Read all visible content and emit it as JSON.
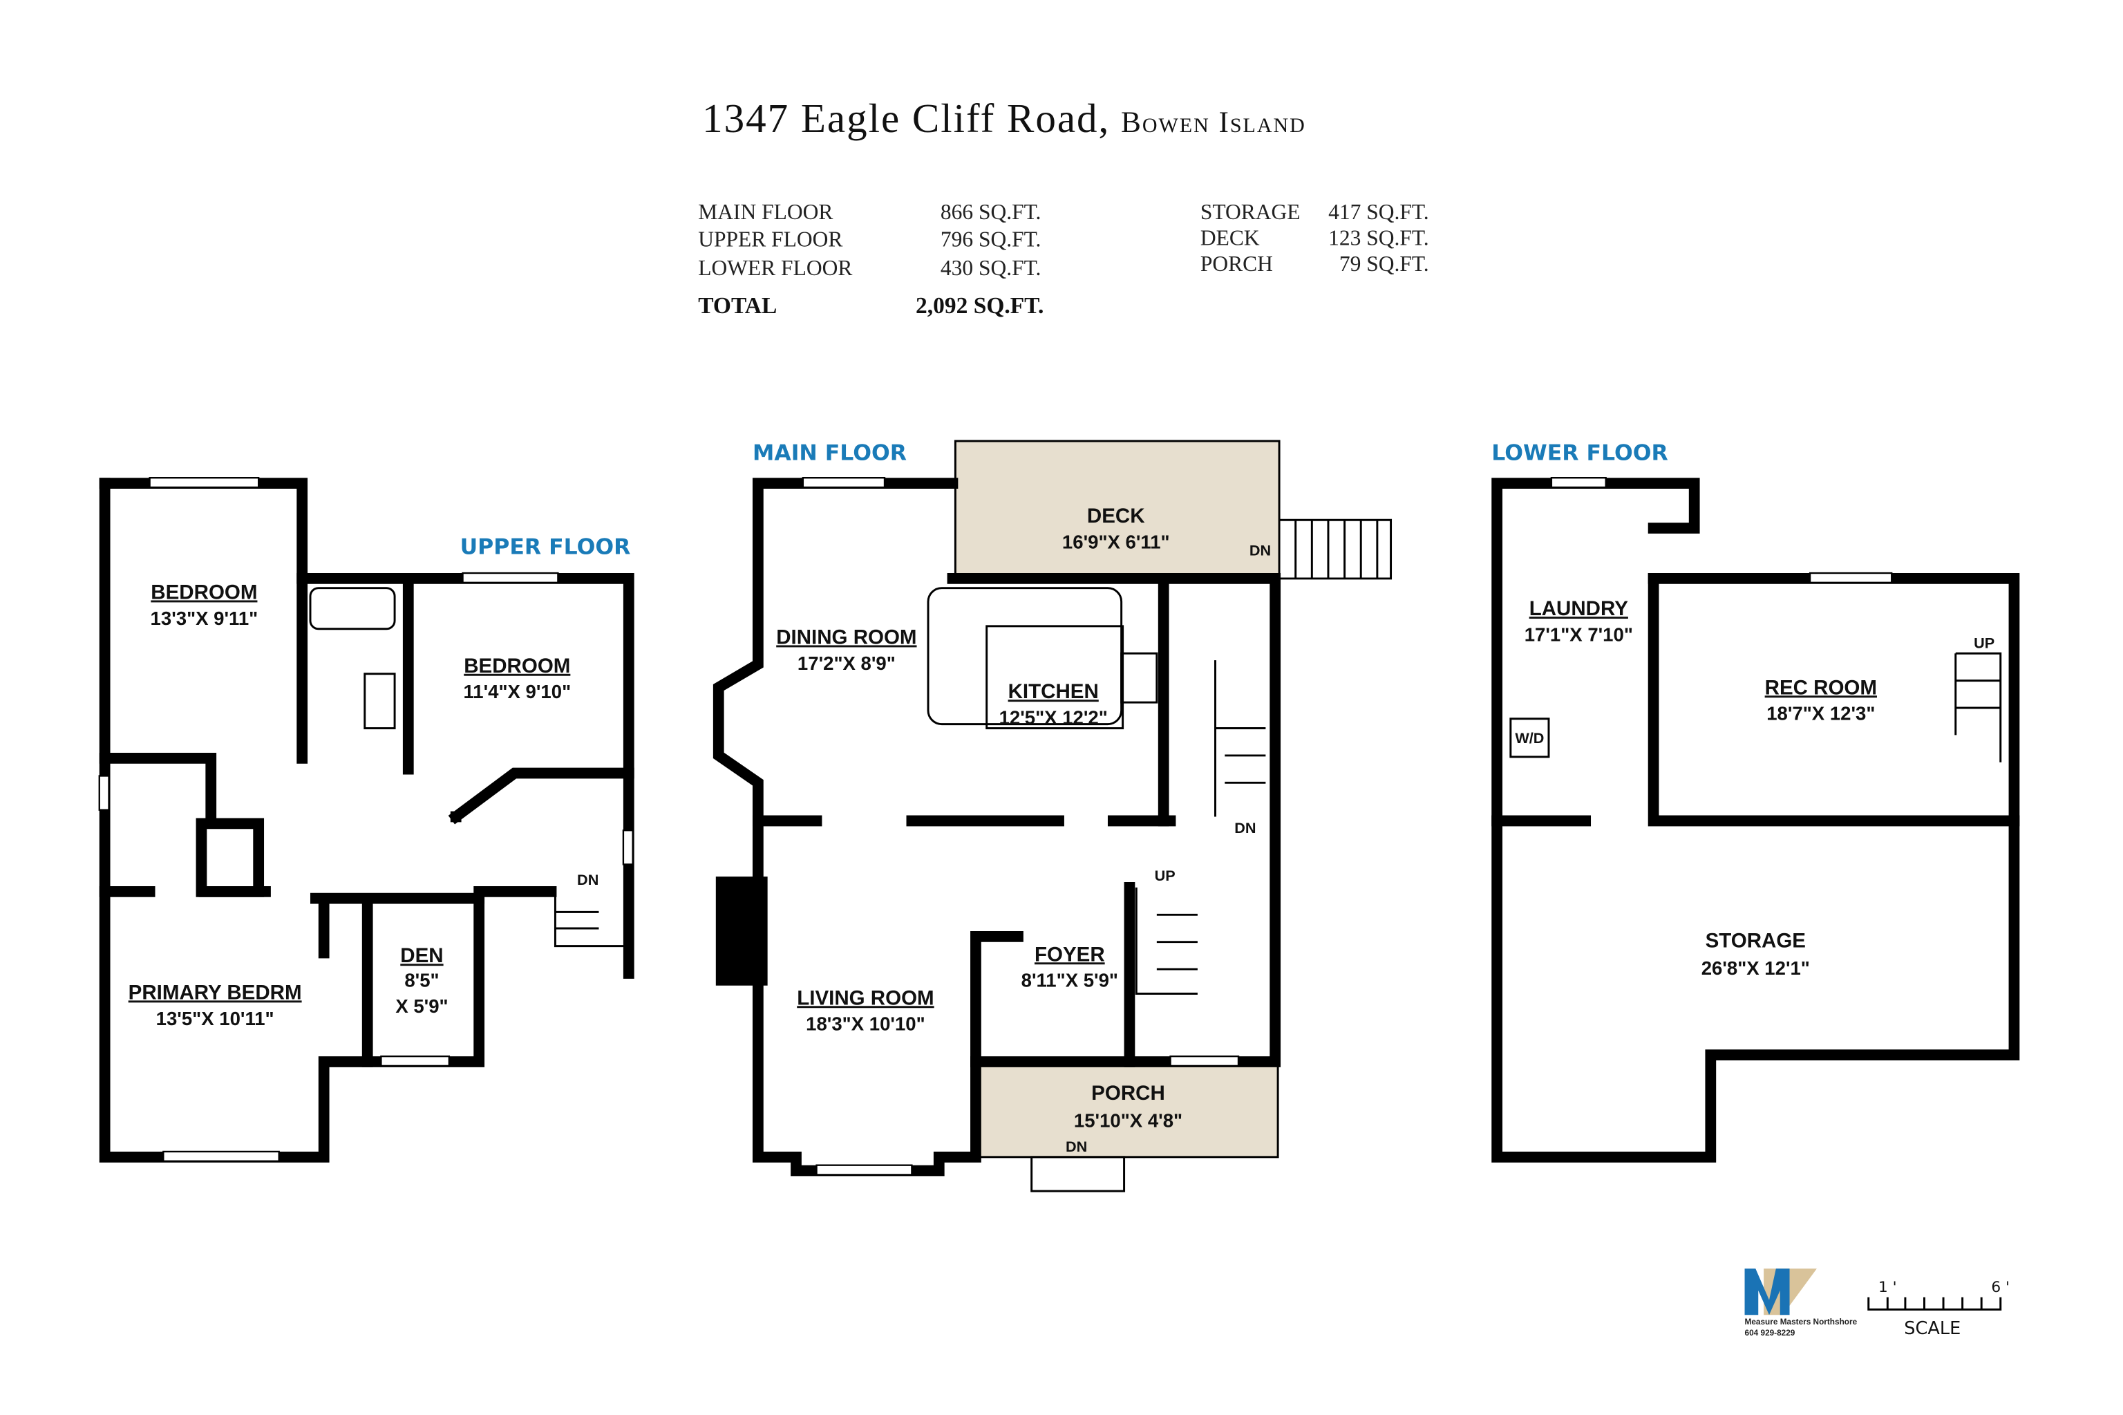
{
  "title": {
    "address": "1347 Eagle Cliff Road,",
    "locality": "Bowen Island"
  },
  "areas": {
    "left": [
      {
        "label": "MAIN FLOOR",
        "value": "866 SQ.FT."
      },
      {
        "label": "UPPER FLOOR",
        "value": "796 SQ.FT."
      },
      {
        "label": "LOWER FLOOR",
        "value": "430 SQ.FT."
      }
    ],
    "total": {
      "label": "TOTAL",
      "value": "2,092 SQ.FT."
    },
    "right": [
      {
        "label": "STORAGE",
        "value": "417 SQ.FT."
      },
      {
        "label": "DECK",
        "value": "123 SQ.FT."
      },
      {
        "label": "PORCH",
        "value": "79 SQ.FT."
      }
    ]
  },
  "upper_floor": {
    "label": "UPPER FLOOR",
    "rooms": [
      {
        "name": "BEDROOM",
        "dims": "13'3\"X  9'11\""
      },
      {
        "name": "BEDROOM",
        "dims": "11'4\"X  9'10\""
      },
      {
        "name": "PRIMARY  BEDRM",
        "dims": "13'5\"X  10'11\""
      },
      {
        "name": "DEN",
        "dims": "8'5\"",
        "dims2": "X  5'9\""
      }
    ],
    "stair_label": "DN"
  },
  "main_floor": {
    "label": "MAIN FLOOR",
    "rooms": [
      {
        "name": "DECK",
        "dims": "16'9\"X  6'11\""
      },
      {
        "name": "DINING  ROOM",
        "dims": "17'2\"X  8'9\""
      },
      {
        "name": "KITCHEN",
        "dims": "12'5\"X  12'2\""
      },
      {
        "name": "LIVING  ROOM",
        "dims": "18'3\"X  10'10\""
      },
      {
        "name": "FOYER",
        "dims": "8'11\"X  5'9\""
      },
      {
        "name": "PORCH",
        "dims": "15'10\"X  4'8\""
      }
    ],
    "stair_labels": {
      "deck_dn": "DN",
      "inner_dn": "DN",
      "up": "UP",
      "porch_dn": "DN"
    }
  },
  "lower_floor": {
    "label": "LOWER FLOOR",
    "rooms": [
      {
        "name": "LAUNDRY",
        "dims": "17'1\"X  7'10\""
      },
      {
        "name": "REC ROOM",
        "dims": "18'7\"X  12'3\""
      },
      {
        "name": "STORAGE",
        "dims": "26'8\"X  12'1\""
      }
    ],
    "stair_label": "UP",
    "washer_label": "W/D"
  },
  "logo": {
    "company": "Measure Masters Northshore",
    "phone": "604 929-8229",
    "mark": "MM",
    "blue": "#1a73b5",
    "tan": "#d9c39a"
  },
  "scale": {
    "start": "1 '",
    "end": "6 '",
    "label": "SCALE"
  },
  "colors": {
    "accent": "#1a7bb8",
    "exterior": "#e7dfcf"
  }
}
